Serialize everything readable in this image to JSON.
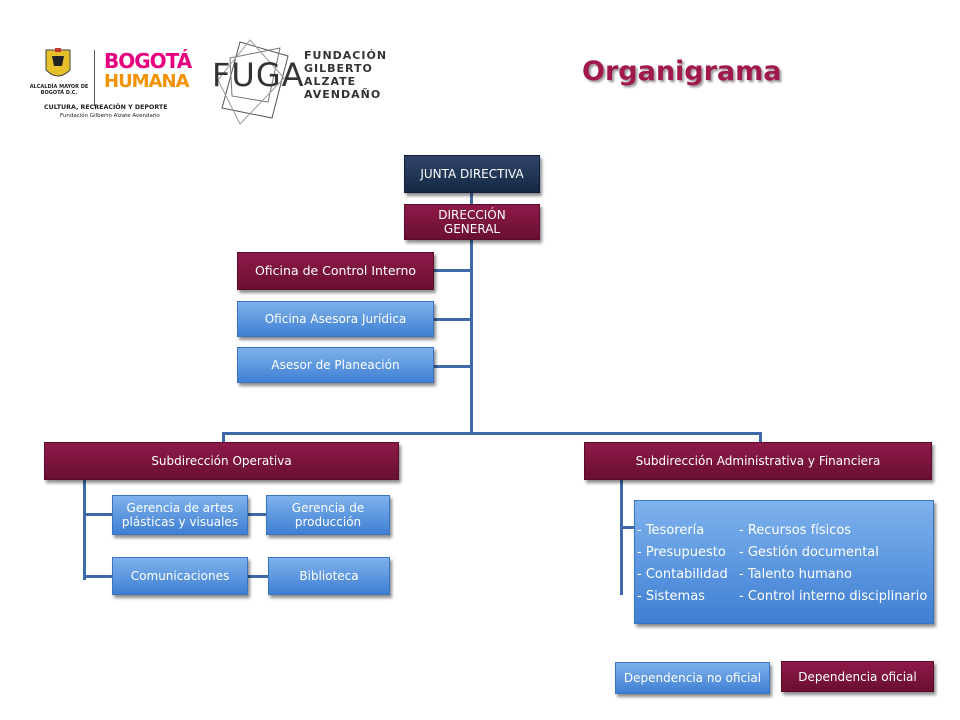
{
  "title": "Organigrama",
  "logos": {
    "alcaldia_text": "ALCALDÍA MAYOR DE BOGOTÁ D.C.",
    "bogota_line1": "BOGOTÁ",
    "bogota_line2": "HUMANA",
    "sector": "CULTURA, RECREACIÓN Y DEPORTE",
    "entity": "Fundación Gilberto Alzate Avendaño",
    "fuga_mark": "FUGA",
    "fuga_name": [
      "FUNDACIÓN",
      "GILBERTO",
      "ALZATE",
      "AVENDAÑO"
    ]
  },
  "colors": {
    "title": "#a1184d",
    "oficial": "#7a1340",
    "no_oficial": "#5c98e0",
    "top": "#1e3356",
    "connector": "#3e6aa8"
  },
  "nodes": {
    "junta": "JUNTA DIRECTIVA",
    "direccion": "DIRECCIÓN GENERAL",
    "control_interno": "Oficina de Control Interno",
    "juridica": "Oficina Asesora Jurídica",
    "planeacion": "Asesor de Planeación",
    "sub_operativa": "Subdirección Operativa",
    "sub_admin": "Subdirección Administrativa y Financiera",
    "gerencia_artes": "Gerencia de artes plásticas y visuales",
    "gerencia_produccion": "Gerencia de producción",
    "comunicaciones": "Comunicaciones",
    "biblioteca": "Biblioteca"
  },
  "admin_units": {
    "left": [
      "- Tesorería",
      "- Presupuesto",
      "- Contabilidad",
      "- Sistemas"
    ],
    "right": [
      "- Recursos físicos",
      "- Gestión documental",
      "- Talento humano",
      "- Control interno disciplinario"
    ]
  },
  "legend": {
    "no_oficial": "Dependencia no oficial",
    "oficial": "Dependencia oficial"
  }
}
